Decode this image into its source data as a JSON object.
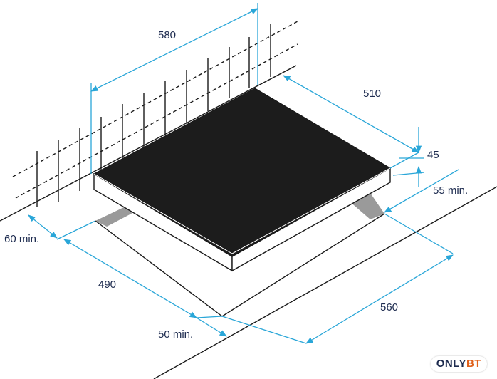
{
  "colors": {
    "dimension": "#29a6d8",
    "outline": "#1a1a1a",
    "hob_top": "#1c1c1c",
    "hob_side": "#ffffff",
    "cutout_gap": "#9a9a9a",
    "label_text": "#1d2b4f",
    "watermark_accent": "#e0611a"
  },
  "dimensions": {
    "hob_width": "580",
    "hob_depth": "510",
    "hob_height": "45",
    "rear_clearance": "55 min.",
    "left_clearance": "60 min.",
    "cutout_width": "490",
    "cutout_depth": "560",
    "front_clearance": "50 min."
  },
  "watermark": {
    "part1": "ONLY",
    "part2": "BT"
  }
}
